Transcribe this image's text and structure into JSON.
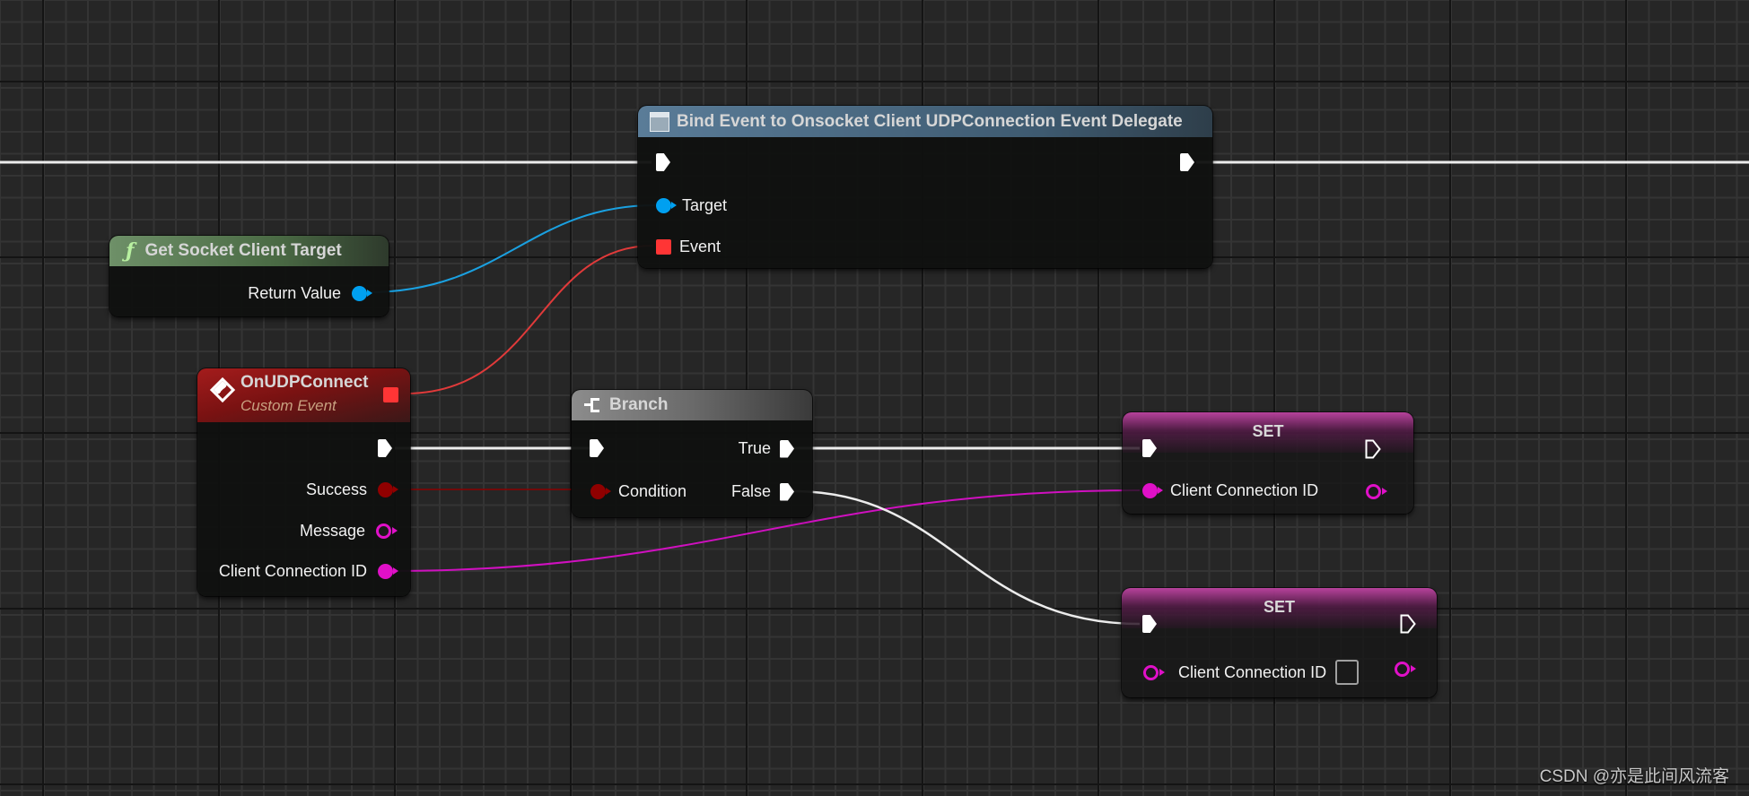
{
  "canvas": {
    "background": "#262626",
    "grid_minor_color": "#343434",
    "grid_major_color": "#141414"
  },
  "nodes": {
    "bind_event": {
      "title": "Bind Event to Onsocket Client UDPConnection Event Delegate",
      "header_color": "#4e6e88",
      "icon": "delegate-icon",
      "pins": {
        "target": "Target",
        "event": "Event"
      }
    },
    "get_socket_client": {
      "title": "Get Socket Client Target",
      "header_color": "#5e7e58",
      "icon": "function-icon",
      "icon_glyph": "ƒ",
      "pins": {
        "return_value": "Return Value"
      }
    },
    "on_udp_connect": {
      "title": "OnUDPConnect",
      "subtitle": "Custom Event",
      "header_color": "#8a1414",
      "icon": "event-diamond-icon",
      "pins": {
        "success": "Success",
        "message": "Message",
        "client_connection_id": "Client Connection ID"
      }
    },
    "branch": {
      "title": "Branch",
      "header_color": "#7a7a7a",
      "icon": "branch-icon",
      "pins": {
        "condition": "Condition",
        "true": "True",
        "false": "False"
      }
    },
    "set_1": {
      "title": "SET",
      "header_color": "#c040a8",
      "pins": {
        "client_connection_id": "Client Connection ID"
      }
    },
    "set_2": {
      "title": "SET",
      "header_color": "#c040a8",
      "pins": {
        "client_connection_id": "Client Connection ID",
        "checkbox_checked": false
      }
    }
  },
  "pin_colors": {
    "exec": "#ffffff",
    "object": "#00a0f0",
    "delegate": "#ff3535",
    "bool": "#900000",
    "string": "#e010c8",
    "int": "#e010c8"
  },
  "watermark": "CSDN @亦是此间风流客"
}
